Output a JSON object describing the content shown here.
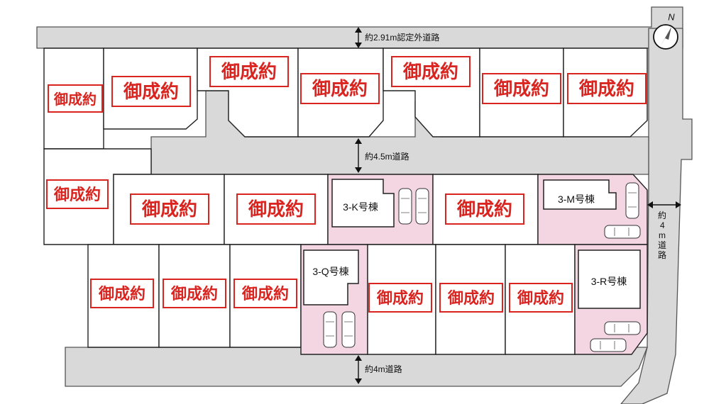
{
  "map": {
    "sold_label": "御成約",
    "buildings": {
      "k": "3-K号棟",
      "m": "3-M号棟",
      "q": "3-Q号棟",
      "r": "3-R号棟"
    },
    "roads": {
      "top": "約2.91m認定外道路",
      "middle": "約4.5m道路",
      "bottom": "約4m道路",
      "right": [
        "約",
        "4",
        "m",
        "道",
        "路"
      ]
    },
    "compass_letter": "N",
    "colors": {
      "sold_stamp": "#d9241f",
      "available_lot": "#f4d6e3",
      "road": "#d9d9d9"
    }
  }
}
